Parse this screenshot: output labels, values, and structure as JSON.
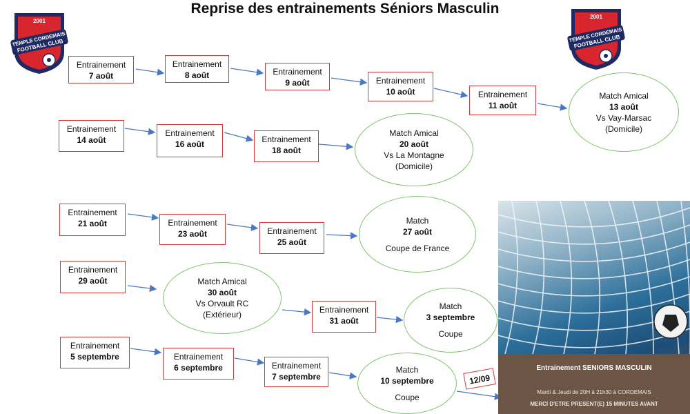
{
  "title": "Reprise des entrainements Séniors Masculin",
  "logo": {
    "year": "2001",
    "line1": "TEMPLE CORDEMAIS",
    "line2": "FOOTBALL CLUB"
  },
  "session_label": "Entrainement",
  "rows": [
    {
      "trainings": [
        "7 août",
        "8 août",
        "9 août",
        "10 août",
        "11 août"
      ],
      "match": {
        "label": "Match Amical",
        "date": "13 août",
        "opponent": "Vs Vay-Marsac",
        "venue": "(Domicile)"
      }
    },
    {
      "trainings": [
        "14 août",
        "16 août",
        "18 août"
      ],
      "match": {
        "label": "Match Amical",
        "date": "20 août",
        "opponent": "Vs La Montagne",
        "venue": "(Domicile)"
      }
    },
    {
      "trainings": [
        "21 août",
        "23 août",
        "25 août"
      ],
      "match": {
        "label": "Match",
        "date": "27 août",
        "competition": "Coupe de France"
      }
    },
    {
      "trainings_before": [
        "29 août"
      ],
      "match": {
        "label": "Match Amical",
        "date": "30 août",
        "opponent": "Vs Orvault RC",
        "venue": "(Extérieur)"
      },
      "trainings_after": [
        "31 août"
      ],
      "match2": {
        "label": "Match",
        "date": "3 septembre",
        "competition": "Coupe"
      }
    },
    {
      "trainings": [
        "5 septembre",
        "6 septembre",
        "7 septembre"
      ],
      "match": {
        "label": "Match",
        "date": "10 septembre",
        "competition": "Coupe"
      }
    }
  ],
  "date_tag": "12/09",
  "poster": {
    "title": "Entrainement SENIORS MASCULIN",
    "line1": "Mardi & Jeudi de 20H à 21h30 à CORDEMAIS",
    "line2": "MERCI D'ETRE PRESENT(E) 15 MINUTES AVANT"
  },
  "colors": {
    "box_border": "#d23a3a",
    "oval_border": "#7cc46a",
    "arrow": "#4a78c4",
    "logo_navy": "#1f2a63",
    "logo_red": "#d8262e"
  }
}
